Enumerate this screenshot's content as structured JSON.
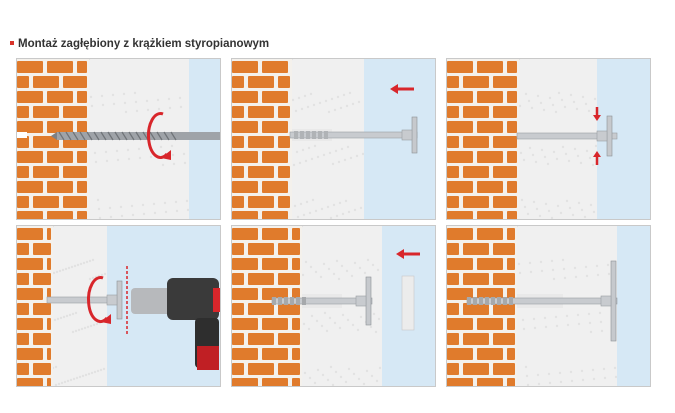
{
  "header": {
    "title": "Montaż zagłębiony z krążkiem styropianowym"
  },
  "colors": {
    "brick": "#e07b2c",
    "mortar": "#f4f1ec",
    "foam": "#f0f0f0",
    "glass": "#d6e8f5",
    "arrow": "#d8262b",
    "metal": "#b9bcc0"
  },
  "steps": [
    {
      "id": 1,
      "tool": "drill-bit"
    },
    {
      "id": 2,
      "tool": "insert-anchor"
    },
    {
      "id": 3,
      "tool": "press-disc"
    },
    {
      "id": 4,
      "tool": "screwdriver"
    },
    {
      "id": 5,
      "tool": "insert-foam-plug"
    },
    {
      "id": 6,
      "tool": "finished"
    }
  ]
}
